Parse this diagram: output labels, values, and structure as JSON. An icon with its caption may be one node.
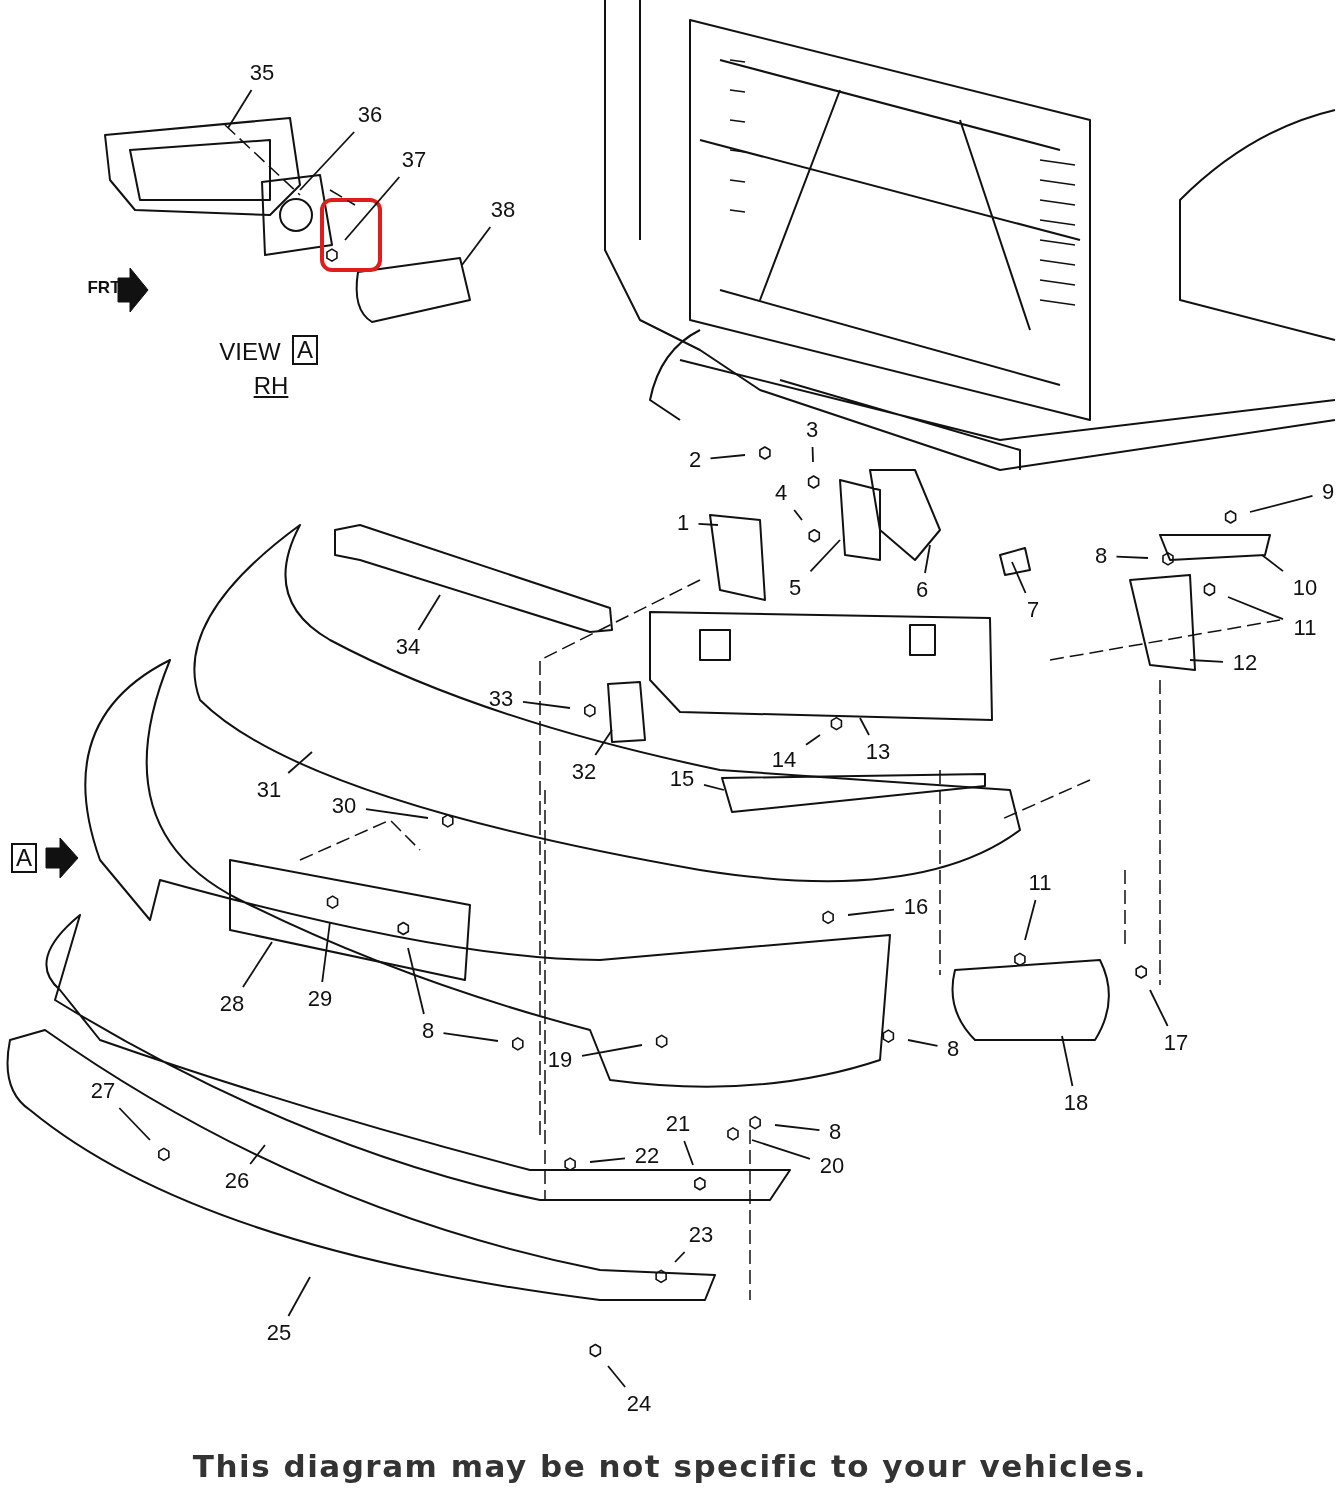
{
  "diagram": {
    "caption": "This diagram may be not specific to your vehicles.",
    "nodes": [
      {
        "text": [
          "35"
        ]
      },
      {
        "text": [
          "36"
        ]
      },
      {
        "text": [
          "37"
        ]
      },
      {
        "text": [
          "38"
        ]
      },
      {
        "text": [
          "2"
        ]
      },
      {
        "text": [
          "3"
        ]
      },
      {
        "text": [
          "4"
        ]
      },
      {
        "text": [
          "9"
        ]
      },
      {
        "text": [
          "1"
        ]
      },
      {
        "text": [
          "8"
        ]
      },
      {
        "text": [
          "5"
        ]
      },
      {
        "text": [
          "6"
        ]
      },
      {
        "text": [
          "10"
        ]
      },
      {
        "text": [
          "7"
        ]
      },
      {
        "text": [
          "11"
        ]
      },
      {
        "text": [
          "34"
        ]
      },
      {
        "text": [
          "12"
        ]
      },
      {
        "text": [
          "33"
        ]
      },
      {
        "text": [
          "13"
        ]
      },
      {
        "text": [
          "14"
        ]
      },
      {
        "text": [
          "32"
        ]
      },
      {
        "text": [
          "15"
        ]
      },
      {
        "text": [
          "31"
        ]
      },
      {
        "text": [
          "30"
        ]
      },
      {
        "text": [
          "11"
        ]
      },
      {
        "text": [
          "16"
        ]
      },
      {
        "text": [
          "28"
        ]
      },
      {
        "text": [
          "29"
        ]
      },
      {
        "text": [
          "8"
        ]
      },
      {
        "text": [
          "8"
        ]
      },
      {
        "text": [
          "17"
        ]
      },
      {
        "text": [
          "19"
        ]
      },
      {
        "text": [
          "27"
        ]
      },
      {
        "text": [
          "18"
        ]
      },
      {
        "text": [
          "21"
        ]
      },
      {
        "text": [
          "8"
        ]
      },
      {
        "text": [
          "22"
        ]
      },
      {
        "text": [
          "20"
        ]
      },
      {
        "text": [
          "26"
        ]
      },
      {
        "text": [
          "23"
        ]
      },
      {
        "text": [
          "25"
        ]
      },
      {
        "text": [
          "24"
        ]
      }
    ],
    "edges": [
      {
        "from": 0,
        "to": null,
        "arrow": "none"
      },
      {
        "from": 1,
        "to": null,
        "arrow": "none"
      },
      {
        "from": 2,
        "to": null,
        "arrow": "none"
      },
      {
        "from": 3,
        "to": null,
        "arrow": "none"
      },
      {
        "from": 4,
        "to": null,
        "arrow": "none"
      },
      {
        "from": 5,
        "to": null,
        "arrow": "none"
      },
      {
        "from": 6,
        "to": null,
        "arrow": "none"
      },
      {
        "from": 7,
        "to": null,
        "arrow": "none"
      },
      {
        "from": 8,
        "to": null,
        "arrow": "none"
      },
      {
        "from": 9,
        "to": null,
        "arrow": "none"
      },
      {
        "from": 10,
        "to": null,
        "arrow": "none"
      },
      {
        "from": 11,
        "to": null,
        "arrow": "none"
      },
      {
        "from": 12,
        "to": null,
        "arrow": "none"
      },
      {
        "from": 13,
        "to": null,
        "arrow": "none"
      },
      {
        "from": 14,
        "to": null,
        "arrow": "none"
      },
      {
        "from": 15,
        "to": null,
        "arrow": "none"
      },
      {
        "from": 16,
        "to": null,
        "arrow": "none"
      },
      {
        "from": 17,
        "to": null,
        "arrow": "none"
      },
      {
        "from": 18,
        "to": null,
        "arrow": "none"
      },
      {
        "from": 19,
        "to": null,
        "arrow": "none"
      },
      {
        "from": 20,
        "to": null,
        "arrow": "none"
      },
      {
        "from": 21,
        "to": null,
        "arrow": "none"
      },
      {
        "from": 22,
        "to": null,
        "arrow": "none"
      },
      {
        "from": 23,
        "to": null,
        "arrow": "none"
      },
      {
        "from": 24,
        "to": null,
        "arrow": "none"
      },
      {
        "from": 25,
        "to": null,
        "arrow": "none"
      },
      {
        "from": 26,
        "to": null,
        "arrow": "none"
      },
      {
        "from": 27,
        "to": null,
        "arrow": "none"
      },
      {
        "from": 28,
        "to": null,
        "arrow": "none"
      },
      {
        "from": 28,
        "to": null,
        "arrow": "none"
      },
      {
        "from": 29,
        "to": null,
        "arrow": "none"
      },
      {
        "from": 30,
        "to": null,
        "arrow": "none"
      },
      {
        "from": 31,
        "to": null,
        "arrow": "none"
      },
      {
        "from": 32,
        "to": null,
        "arrow": "none"
      },
      {
        "from": 33,
        "to": null,
        "arrow": "none"
      },
      {
        "from": 34,
        "to": null,
        "arrow": "none"
      },
      {
        "from": 35,
        "to": null,
        "arrow": "none"
      },
      {
        "from": 36,
        "to": null,
        "arrow": "none"
      },
      {
        "from": 37,
        "to": null,
        "arrow": "none"
      },
      {
        "from": 38,
        "to": null,
        "arrow": "none"
      },
      {
        "from": 39,
        "to": null,
        "arrow": "none"
      },
      {
        "from": 40,
        "to": null,
        "arrow": "none"
      },
      {
        "from": 41,
        "to": null,
        "arrow": "none"
      }
    ],
    "labels": [
      "FRT",
      "VIEW",
      "A",
      "RH",
      "A"
    ]
  }
}
